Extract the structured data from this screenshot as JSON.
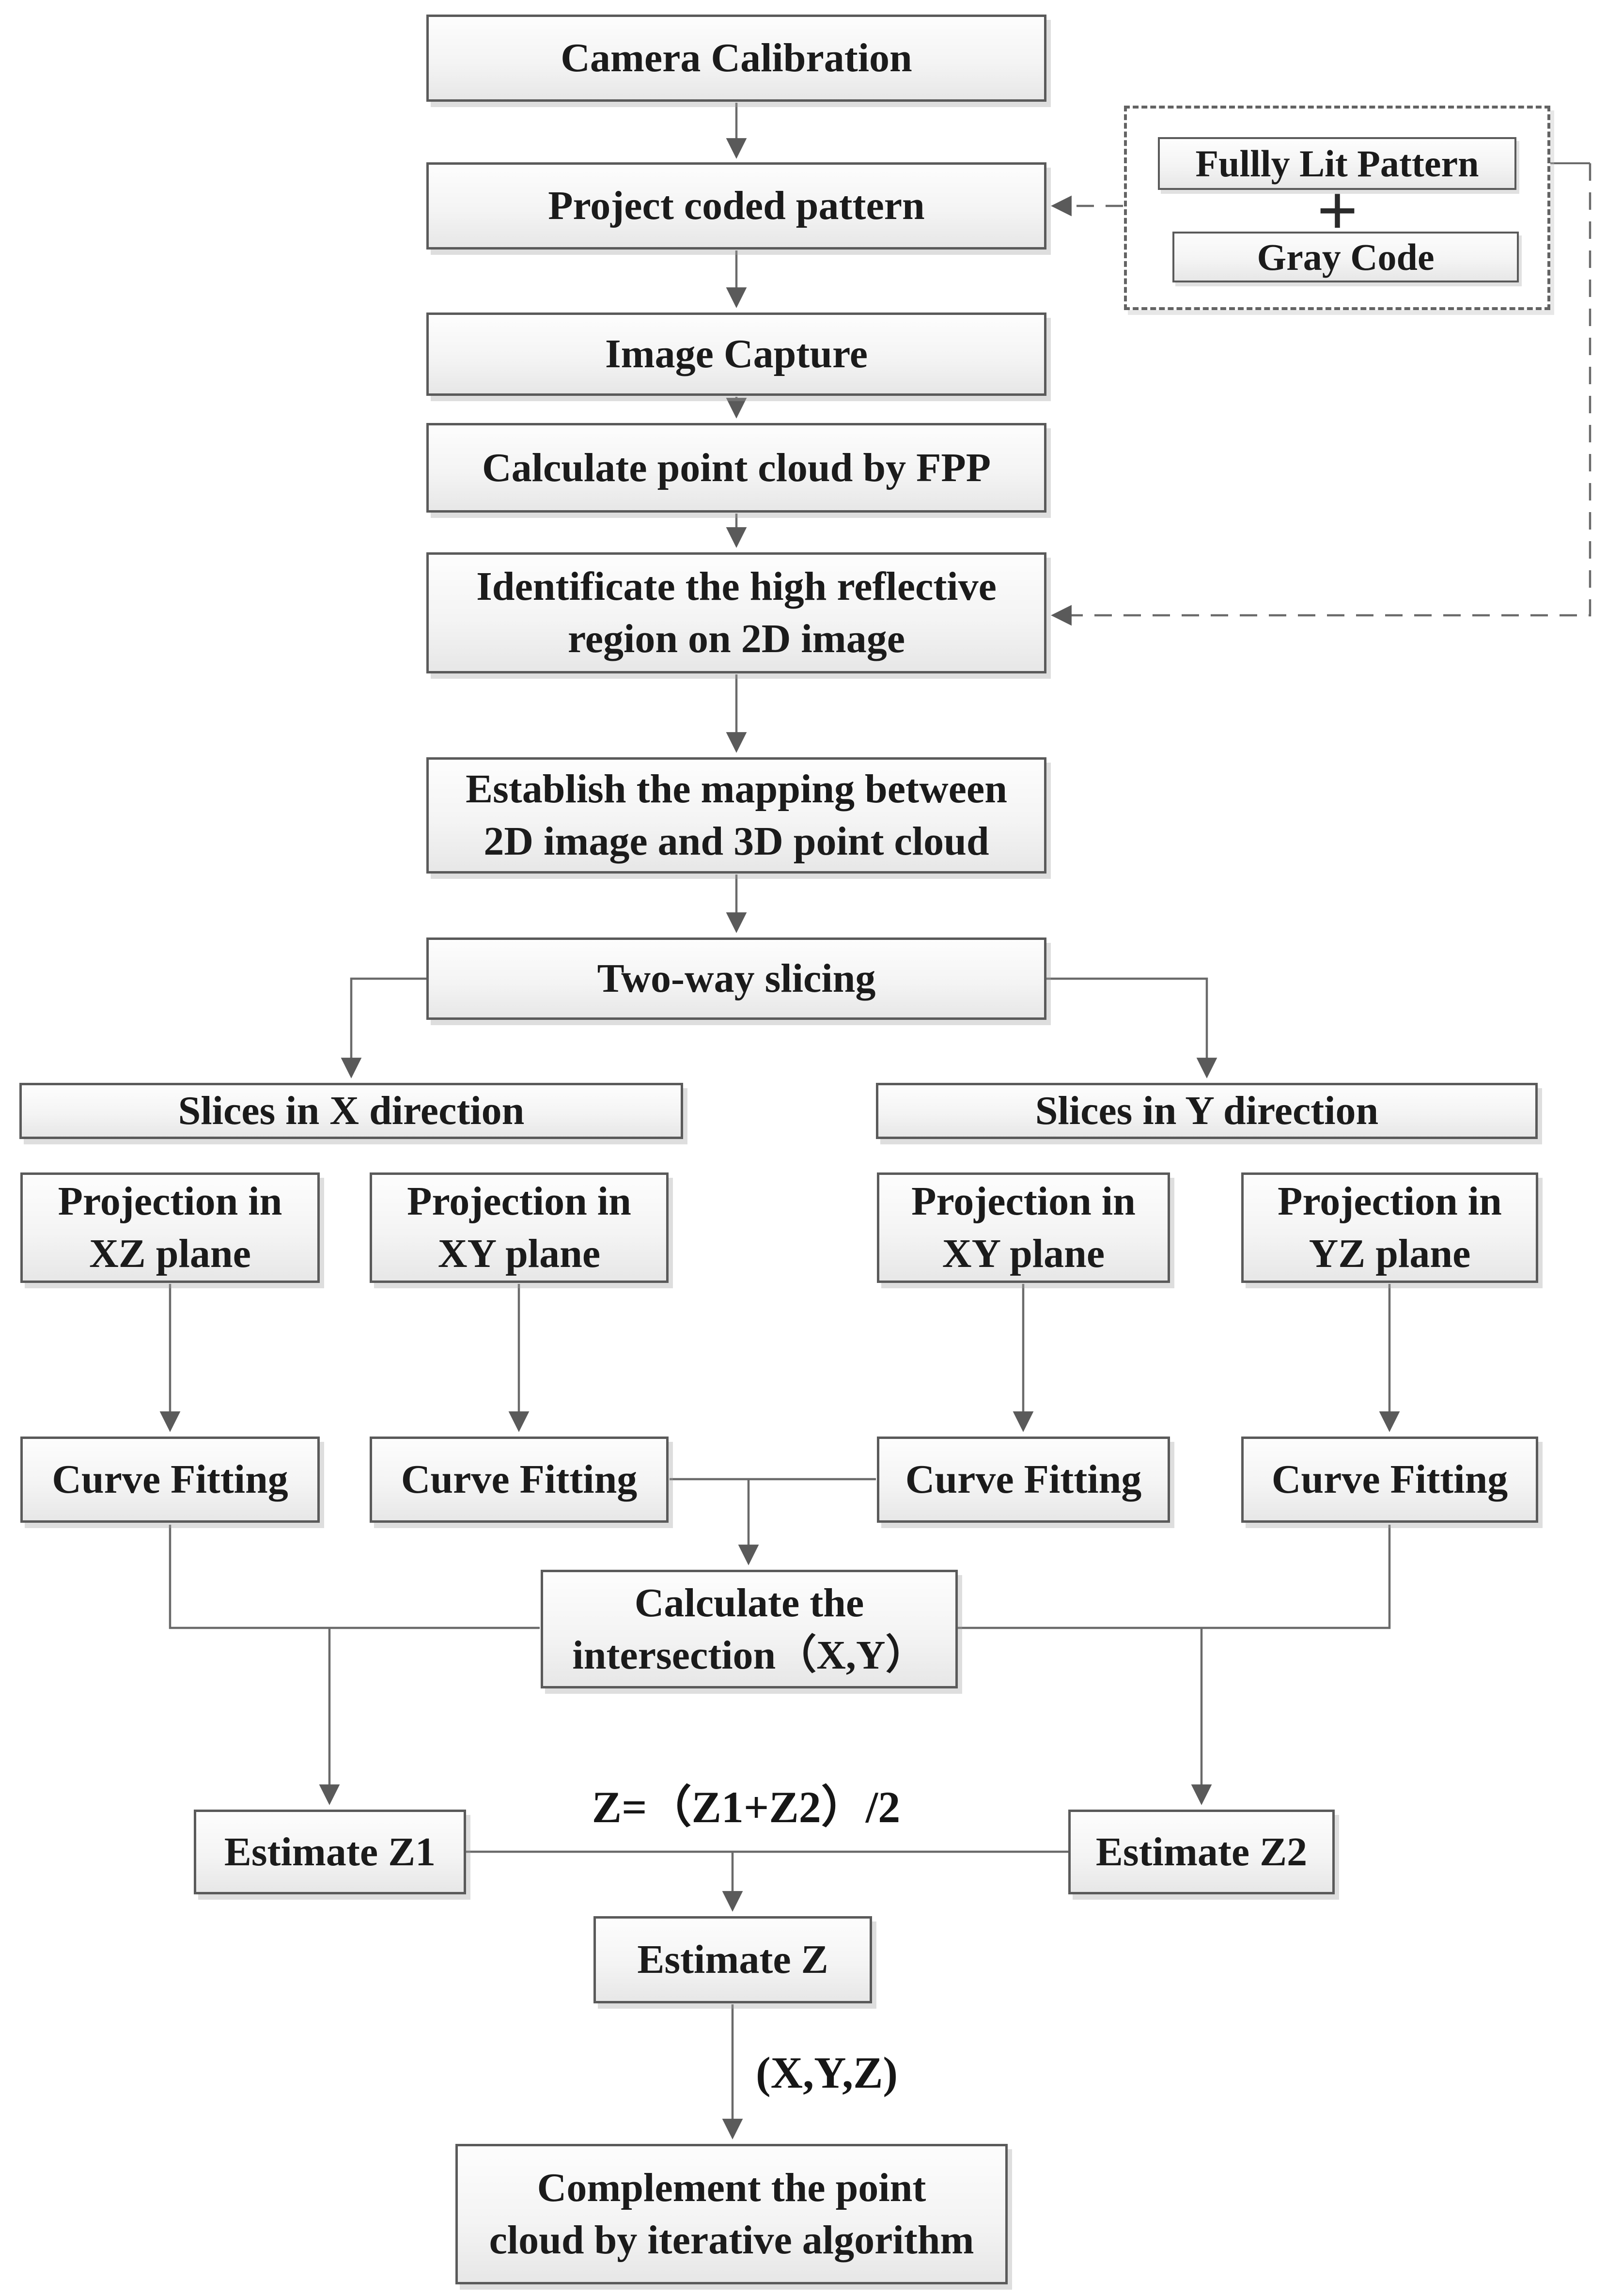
{
  "diagram": {
    "type": "flowchart",
    "background": "#ffffff",
    "colors": {
      "box_border": "#5a5a5a",
      "box_fill_top": "#fdfdfd",
      "box_fill_bottom": "#e7e7e7",
      "line": "#6a6a6a",
      "text": "#1b1b1b",
      "dashed_border": "#636363"
    },
    "nodes": {
      "camera_calibration": "Camera Calibration",
      "project_coded_pattern": "Project coded pattern",
      "fully_lit_pattern": "Fullly Lit Pattern",
      "gray_code": "Gray Code",
      "image_capture": "Image Capture",
      "calculate_point_cloud": "Calculate point cloud by FPP",
      "identify_region": "Identificate the high reflective\nregion on 2D image",
      "establish_mapping": "Establish the mapping between\n2D image and 3D point cloud",
      "two_way_slicing": "Two-way slicing",
      "slices_x": "Slices in X direction",
      "slices_y": "Slices in Y direction",
      "projection_xz": "Projection in\nXZ plane",
      "projection_xy_left": "Projection in\nXY plane",
      "projection_xy_right": "Projection in\nXY plane",
      "projection_yz": "Projection in\nYZ plane",
      "curve_fitting_1": "Curve Fitting",
      "curve_fitting_2": "Curve Fitting",
      "curve_fitting_3": "Curve Fitting",
      "curve_fitting_4": "Curve Fitting",
      "calculate_intersection": "Calculate the\nintersection（X,Y）",
      "estimate_z1": "Estimate Z1",
      "estimate_z2": "Estimate Z2",
      "estimate_z": "Estimate Z",
      "complement_point_cloud": "Complement the point\ncloud by iterative algorithm"
    },
    "edge_labels": {
      "plus": "+",
      "z_formula": "Z=（Z1+Z2）/2",
      "xyz": "(X,Y,Z)"
    },
    "edges": [
      {
        "from": "camera_calibration",
        "to": "project_coded_pattern",
        "style": "solid"
      },
      {
        "from": "fully_lit_pattern_group",
        "to": "project_coded_pattern",
        "style": "dashed"
      },
      {
        "from": "fully_lit_pattern",
        "to": "identify_region",
        "style": "dashed"
      },
      {
        "from": "project_coded_pattern",
        "to": "image_capture",
        "style": "solid"
      },
      {
        "from": "image_capture",
        "to": "calculate_point_cloud",
        "style": "solid"
      },
      {
        "from": "calculate_point_cloud",
        "to": "identify_region",
        "style": "solid"
      },
      {
        "from": "identify_region",
        "to": "establish_mapping",
        "style": "solid"
      },
      {
        "from": "establish_mapping",
        "to": "two_way_slicing",
        "style": "solid"
      },
      {
        "from": "two_way_slicing",
        "to": "slices_x",
        "style": "solid"
      },
      {
        "from": "two_way_slicing",
        "to": "slices_y",
        "style": "solid"
      },
      {
        "from": "projection_xz",
        "to": "curve_fitting_1",
        "style": "solid"
      },
      {
        "from": "projection_xy_left",
        "to": "curve_fitting_2",
        "style": "solid"
      },
      {
        "from": "projection_xy_right",
        "to": "curve_fitting_3",
        "style": "solid"
      },
      {
        "from": "projection_yz",
        "to": "curve_fitting_4",
        "style": "solid"
      },
      {
        "from": "curve_fitting_2",
        "to": "calculate_intersection",
        "style": "solid"
      },
      {
        "from": "curve_fitting_3",
        "to": "calculate_intersection",
        "style": "solid"
      },
      {
        "from": "curve_fitting_1",
        "to": "estimate_z1",
        "style": "solid"
      },
      {
        "from": "curve_fitting_4",
        "to": "estimate_z2",
        "style": "solid"
      },
      {
        "from": "estimate_z1",
        "to": "estimate_z",
        "style": "solid"
      },
      {
        "from": "estimate_z2",
        "to": "estimate_z",
        "style": "solid"
      },
      {
        "from": "estimate_z",
        "to": "complement_point_cloud",
        "style": "solid",
        "label": "(X,Y,Z)"
      }
    ]
  }
}
